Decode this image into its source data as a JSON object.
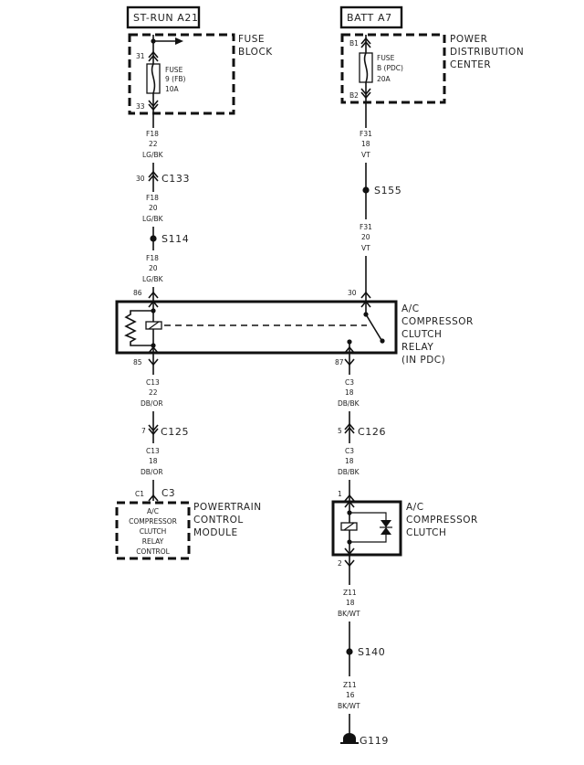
{
  "left": {
    "source": "ST-RUN A21",
    "fuse_block": {
      "title_lines": [
        "FUSE",
        "BLOCK"
      ],
      "pin_in": "31",
      "pin_out": "33",
      "fuse_lines": [
        "FUSE",
        "9 (FB)",
        "10A"
      ]
    },
    "wire1": [
      "F18",
      "22",
      "LG/BK"
    ],
    "connector1": {
      "pin": "30",
      "name": "C133"
    },
    "wire2": [
      "F18",
      "20",
      "LG/BK"
    ],
    "splice1": "S114",
    "wire3": [
      "F18",
      "20",
      "LG/BK"
    ],
    "relay_pin_top": "86",
    "relay_pin_bottom": "85",
    "wire4": [
      "C13",
      "22",
      "DB/OR"
    ],
    "connector2": {
      "pin": "7",
      "name": "C125"
    },
    "wire5": [
      "C13",
      "18",
      "DB/OR"
    ],
    "pcm": {
      "pin": "C1",
      "connector": "C3",
      "inner_lines": [
        "A/C",
        "COMPRESSOR",
        "CLUTCH",
        "RELAY",
        "CONTROL"
      ],
      "title_lines": [
        "POWERTRAIN",
        "CONTROL",
        "MODULE"
      ]
    }
  },
  "right": {
    "source": "BATT A7",
    "pdc": {
      "title_lines": [
        "POWER",
        "DISTRIBUTION",
        "CENTER"
      ],
      "pin_in": "B1",
      "pin_out": "B2",
      "fuse_lines": [
        "FUSE",
        "B (PDC)",
        "20A"
      ]
    },
    "wire1": [
      "F31",
      "18",
      "VT"
    ],
    "splice1": "S155",
    "wire2": [
      "F31",
      "20",
      "VT"
    ],
    "relay_pin_top": "30",
    "relay_pin_bottom": "87",
    "relay_title_lines": [
      "A/C",
      "COMPRESSOR",
      "CLUTCH",
      "RELAY",
      "(IN PDC)"
    ],
    "wire3": [
      "C3",
      "18",
      "DB/BK"
    ],
    "connector1": {
      "pin": "5",
      "name": "C126"
    },
    "wire4": [
      "C3",
      "18",
      "DB/BK"
    ],
    "clutch": {
      "pin_top": "1",
      "pin_bottom": "2",
      "title_lines": [
        "A/C",
        "COMPRESSOR",
        "CLUTCH"
      ]
    },
    "wire5": [
      "Z11",
      "18",
      "BK/WT"
    ],
    "splice2": "S140",
    "wire6": [
      "Z11",
      "16",
      "BK/WT"
    ],
    "ground": "G119"
  }
}
